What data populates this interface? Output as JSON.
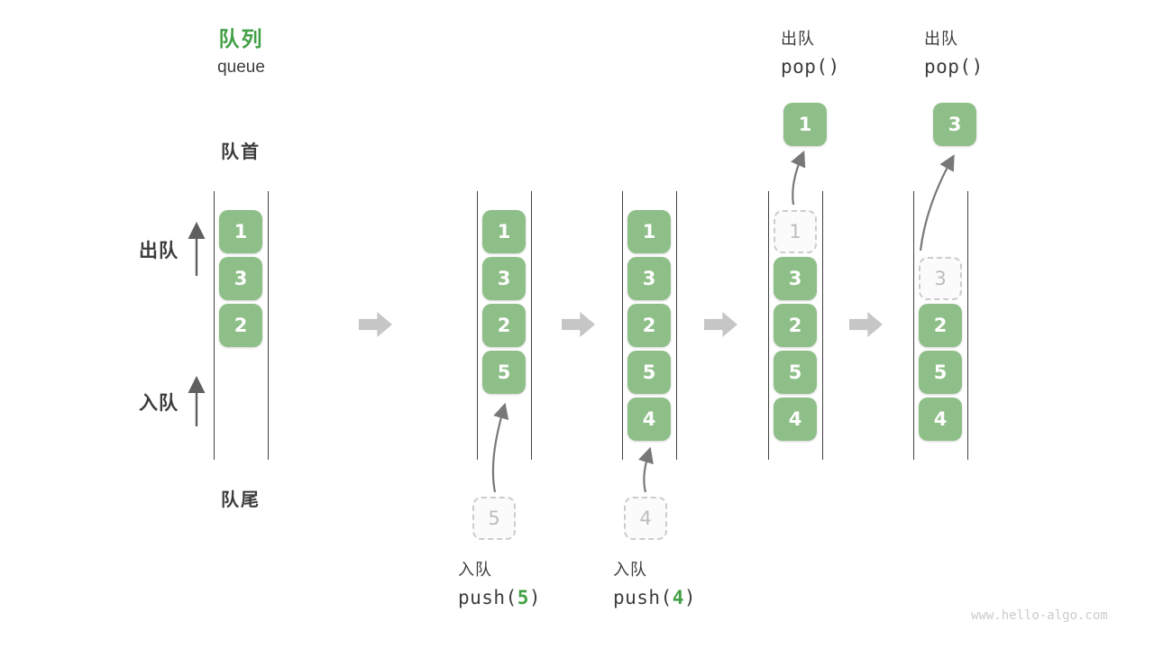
{
  "header": {
    "title": "队列",
    "subtitle": "queue"
  },
  "labels": {
    "front": "队首",
    "rear": "队尾",
    "dequeue_side": "出队",
    "enqueue_side": "入队"
  },
  "queue_states": [
    {
      "slots": [
        {
          "row": 0,
          "value": "1",
          "ghost": false
        },
        {
          "row": 1,
          "value": "3",
          "ghost": false
        },
        {
          "row": 2,
          "value": "2",
          "ghost": false
        }
      ]
    },
    {
      "slots": [
        {
          "row": 0,
          "value": "1",
          "ghost": false
        },
        {
          "row": 1,
          "value": "3",
          "ghost": false
        },
        {
          "row": 2,
          "value": "2",
          "ghost": false
        },
        {
          "row": 3,
          "value": "5",
          "ghost": false
        }
      ]
    },
    {
      "slots": [
        {
          "row": 0,
          "value": "1",
          "ghost": false
        },
        {
          "row": 1,
          "value": "3",
          "ghost": false
        },
        {
          "row": 2,
          "value": "2",
          "ghost": false
        },
        {
          "row": 3,
          "value": "5",
          "ghost": false
        },
        {
          "row": 4,
          "value": "4",
          "ghost": false
        }
      ]
    },
    {
      "slots": [
        {
          "row": 0,
          "value": "1",
          "ghost": true
        },
        {
          "row": 1,
          "value": "3",
          "ghost": false
        },
        {
          "row": 2,
          "value": "2",
          "ghost": false
        },
        {
          "row": 3,
          "value": "5",
          "ghost": false
        },
        {
          "row": 4,
          "value": "4",
          "ghost": false
        }
      ]
    },
    {
      "slots": [
        {
          "row": 1,
          "value": "3",
          "ghost": true
        },
        {
          "row": 2,
          "value": "2",
          "ghost": false
        },
        {
          "row": 3,
          "value": "5",
          "ghost": false
        },
        {
          "row": 4,
          "value": "4",
          "ghost": false
        }
      ]
    }
  ],
  "push_ops": [
    {
      "cn": "入队",
      "fn": "push(",
      "arg": "5",
      "close": ")",
      "staged_value": "5"
    },
    {
      "cn": "入队",
      "fn": "push(",
      "arg": "4",
      "close": ")",
      "staged_value": "4"
    }
  ],
  "pop_ops": [
    {
      "cn": "出队",
      "code": "pop()",
      "popped_value": "1"
    },
    {
      "cn": "出队",
      "code": "pop()",
      "popped_value": "3"
    }
  ],
  "watermark": "www.hello-algo.com",
  "colors": {
    "accent_green": "#43a047",
    "box_green": "#8fbf88",
    "ghost_bg": "#fbfbfb",
    "ghost_border": "#cccccc",
    "ghost_text": "#bdbdbd",
    "line_dark": "#424242",
    "block_arrow": "#c6c6c6",
    "curve_gray": "#787878",
    "side_arrow": "#5f5f5f",
    "text_dark": "#3c3c3c",
    "watermark": "#cbcbcb"
  }
}
